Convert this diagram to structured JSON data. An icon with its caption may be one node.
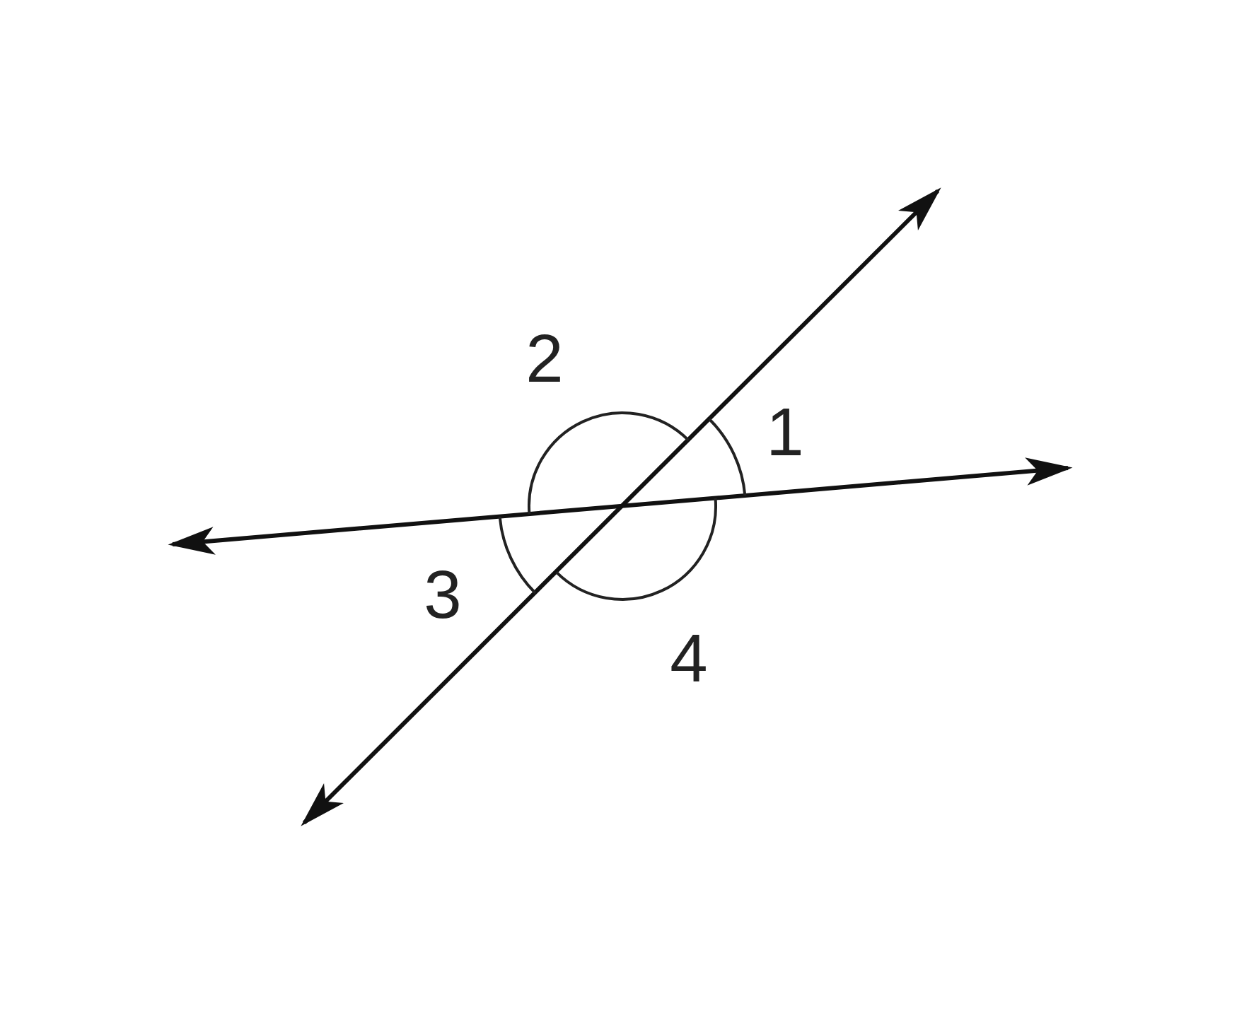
{
  "diagram": {
    "labels": [
      "2",
      "1",
      "3",
      "4"
    ]
  }
}
